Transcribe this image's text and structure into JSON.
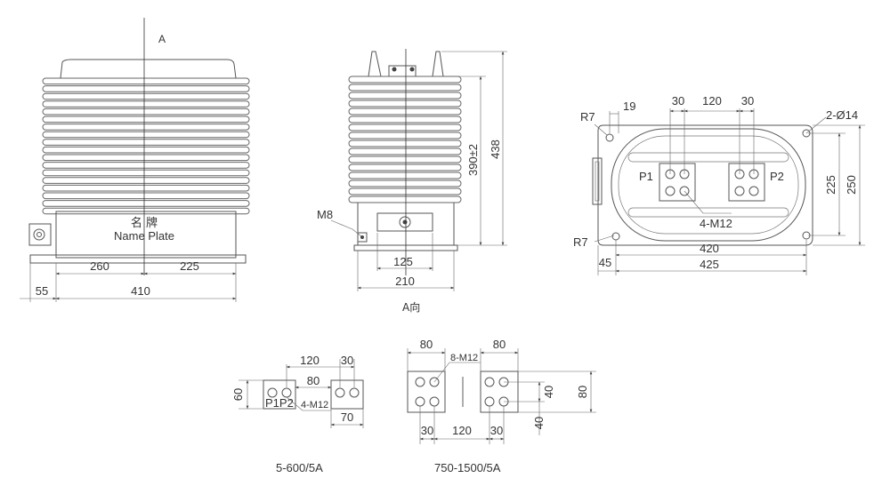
{
  "front_view": {
    "view_marker": "A",
    "nameplate_cn": "名 牌",
    "nameplate_en": "Name Plate",
    "dim_left": "260",
    "dim_right": "225",
    "dim_offset": "55",
    "dim_total": "410"
  },
  "side_view": {
    "thread_label": "M8",
    "dim_base_inner": "125",
    "dim_base_outer": "210",
    "dim_height_inner": "390±2",
    "dim_height_outer": "438",
    "view_caption": "A向"
  },
  "top_view": {
    "corner_top": "R7",
    "corner_bottom": "R7",
    "dim_19": "19",
    "dim_30_left": "30",
    "dim_120": "120",
    "dim_30_right": "30",
    "holes_label": "2-Ø14",
    "terminal_p1": "P1",
    "terminal_p2": "P2",
    "bolts_label": "4-M12",
    "dim_225": "225",
    "dim_250": "250",
    "dim_420": "420",
    "dim_425": "425",
    "dim_45": "45"
  },
  "detail_small": {
    "dim_120": "120",
    "dim_30": "30",
    "dim_80": "80",
    "dim_60": "60",
    "terminal_label": "P1P2",
    "bolts_label": "4-M12",
    "dim_70": "70",
    "caption": "5-600/5A"
  },
  "detail_large": {
    "dim_80_left": "80",
    "dim_80_right": "80",
    "bolts_label": "8-M12",
    "dim_40_a": "40",
    "dim_80_side": "80",
    "dim_40_b": "40",
    "dim_30_left": "30",
    "dim_120": "120",
    "dim_30_right": "30",
    "caption": "750-1500/5A"
  }
}
